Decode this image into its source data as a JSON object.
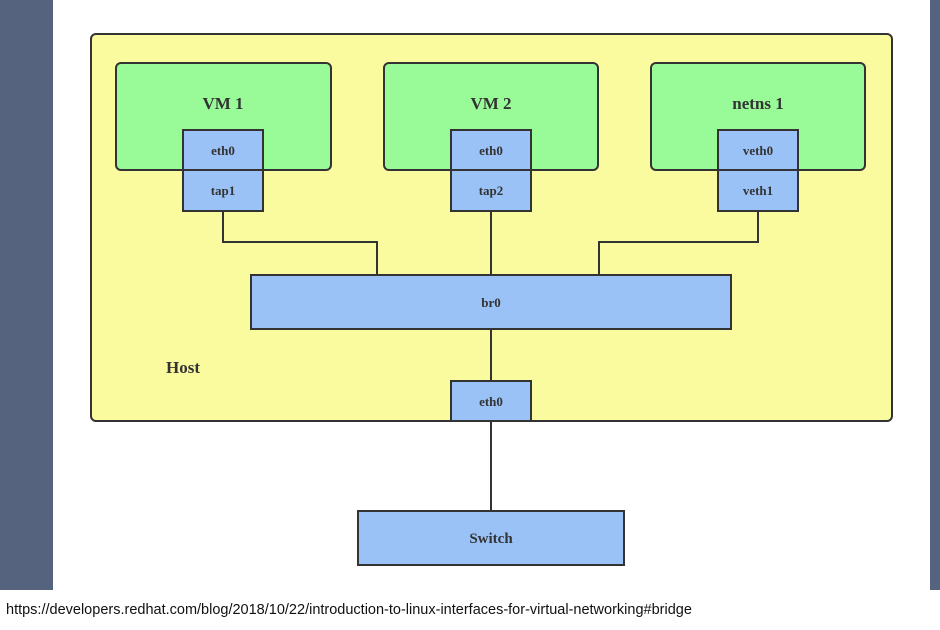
{
  "diagram": {
    "host_label": "Host",
    "guests": [
      {
        "title": "VM 1",
        "inner_iface": "eth0",
        "host_iface": "tap1"
      },
      {
        "title": "VM 2",
        "inner_iface": "eth0",
        "host_iface": "tap2"
      },
      {
        "title": "netns 1",
        "inner_iface": "veth0",
        "host_iface": "veth1"
      }
    ],
    "bridge_label": "br0",
    "host_nic_label": "eth0",
    "switch_label": "Switch",
    "colors": {
      "host_fill": "#fafa9e",
      "guest_fill": "#98fb98",
      "iface_fill": "#9ac2f7",
      "stroke": "#333333"
    }
  },
  "footer": {
    "source_url": "https://developers.redhat.com/blog/2018/10/22/introduction-to-linux-interfaces-for-virtual-networking#bridge"
  }
}
